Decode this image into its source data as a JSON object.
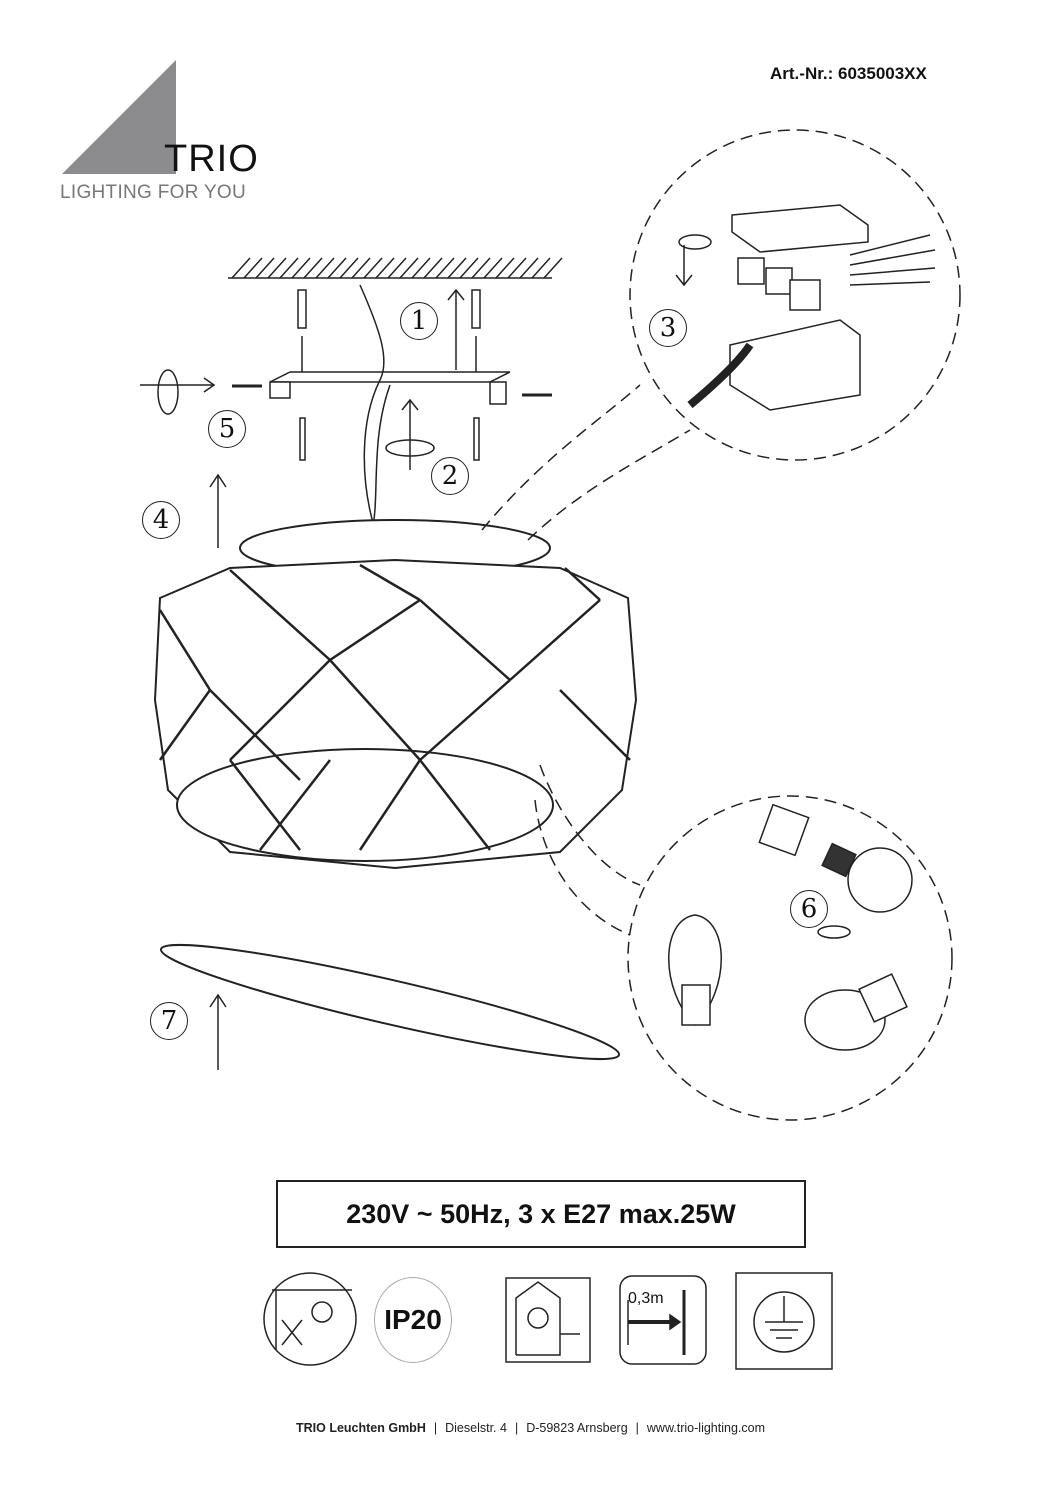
{
  "header": {
    "article_number": "Art.-Nr.: 6035003XX",
    "logo": {
      "brand": "TRIO",
      "tagline": "LIGHTING FOR YOU",
      "color": "#8c8c8e"
    }
  },
  "steps": [
    "1",
    "2",
    "3",
    "4",
    "5",
    "6",
    "7"
  ],
  "spec": "230V ~ 50Hz, 3 x E27 max.25W",
  "symbols": {
    "ip_rating": "IP20",
    "distance": "0,3m"
  },
  "footer": {
    "company": "TRIO Leuchten GmbH",
    "street": "Dieselstr. 4",
    "city": "D-59823 Arnsberg",
    "website": "www.trio-lighting.com",
    "separator": "|"
  }
}
